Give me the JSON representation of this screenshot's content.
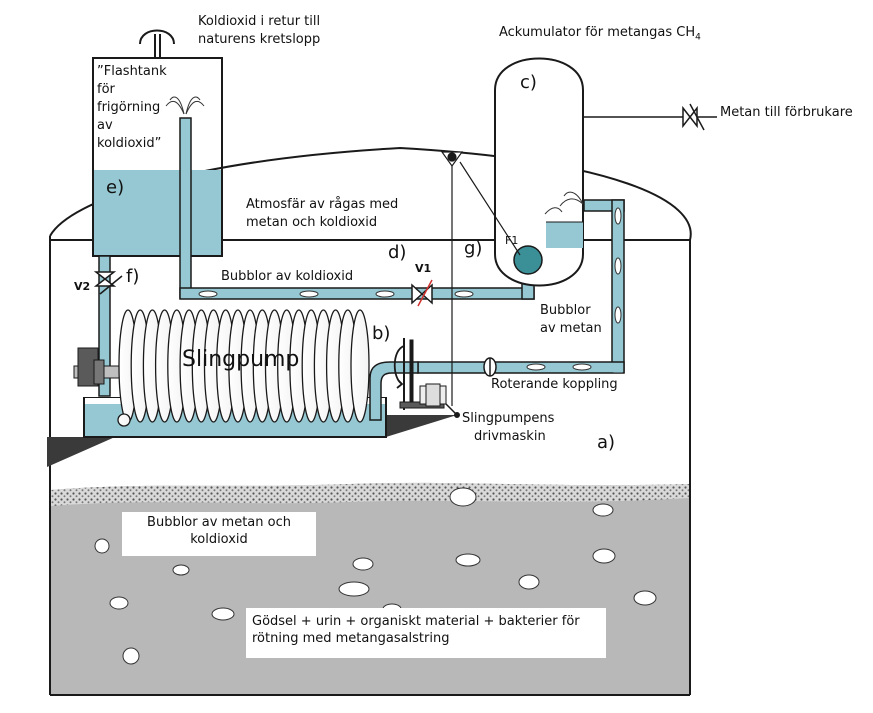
{
  "labels": {
    "co2_return_1": "Koldioxid i retur till",
    "co2_return_2": "naturens kretslopp",
    "accumulator": "Ackumulator för metangas CH",
    "accumulator_sub": "4",
    "flash_1": "”Flashtank",
    "flash_2": "för",
    "flash_3": "frigörning",
    "flash_4": "av",
    "flash_5": "koldioxid”",
    "methane_out": "Metan till förbrukare",
    "letter_c": "c)",
    "letter_e": "e)",
    "atmosphere_1": "Atmosfär av rågas med",
    "atmosphere_2": "metan och koldioxid",
    "letter_d": "d)",
    "valve_v1": "V1",
    "letter_g": "g)",
    "f1": "F1",
    "valve_v2": "V2",
    "letter_f": "f)",
    "co2_bubbles": "Bubblor av koldioxid",
    "methane_bubbles_1": "Bubblor",
    "methane_bubbles_2": "av metan",
    "letter_b": "b)",
    "slingpump": "Slingpump",
    "rotating_coupling": "Roterande koppling",
    "drive_1": "Slingpumpens",
    "drive_2": "drivmaskin",
    "letter_a": "a)",
    "mixed_bubbles_1": "Bubblor av metan och",
    "mixed_bubbles_2": "koldioxid",
    "substrate_1": "Gödsel + urin + organiskt material + bakterier för",
    "substrate_2": "rötning med metangasalstring"
  },
  "colors": {
    "water": "#95c8d2",
    "water_light": "#a9d4dc",
    "outline": "#1a1a1a",
    "slurry": "#b8b8b8",
    "foam": "#7d7d7d",
    "dark_base": "#3a3a3a"
  }
}
